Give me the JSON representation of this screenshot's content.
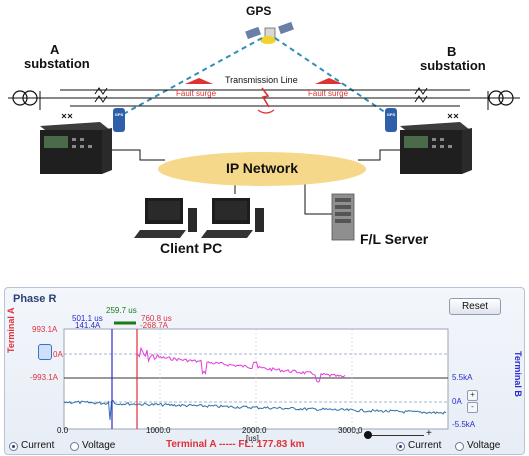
{
  "diagram": {
    "gps_label": "GPS",
    "a_station": [
      "A",
      "substation"
    ],
    "b_station": [
      "B",
      "substation"
    ],
    "transmission_line": "Transmission Line",
    "fault_surge_left": "Fault surge",
    "fault_surge_right": "Fault surge",
    "gps_box_left": "GPS",
    "gps_box_right": "GPS",
    "ip_network": "IP Network",
    "client_pc": "Client PC",
    "fl_server": "F/L Server"
  },
  "panel": {
    "title": "Phase R",
    "reset_label": "Reset",
    "cursor_green_time": "259.7 us",
    "cursor_blue_time": "501.1 us",
    "cursor_blue_value": "141.4A",
    "cursor_red_time": "760.8 us",
    "cursor_red_value": "-268.7A",
    "terminal_a": "Terminal A",
    "terminal_b": "Terminal B",
    "a_top": "993.1A",
    "a_zero": "0A",
    "a_bottom": "-993.1A",
    "b_top": "5.5kA",
    "b_zero": "0A",
    "b_bottom": "-5.5kA",
    "x_ticks": [
      "0.0",
      "1000.0",
      "2000.0",
      "3000.0"
    ],
    "x_unit": "[us]",
    "status": "Terminal A ----- FL: 177.83 km",
    "radio_current": "Current",
    "radio_voltage": "Voltage",
    "radio_current_b": "Current",
    "radio_voltage_b": "Voltage",
    "zoom_minus": "-",
    "zoom_plus": "+",
    "scroll_up": "+",
    "scroll_down": "-"
  },
  "colors": {
    "gps_link": "#2f8fb8",
    "network": "#f6d88a",
    "terminal_a": "#e0303a",
    "terminal_b": "#2a2ad0",
    "wave_a": "#e23bd8",
    "wave_b": "#2e6fa8"
  }
}
